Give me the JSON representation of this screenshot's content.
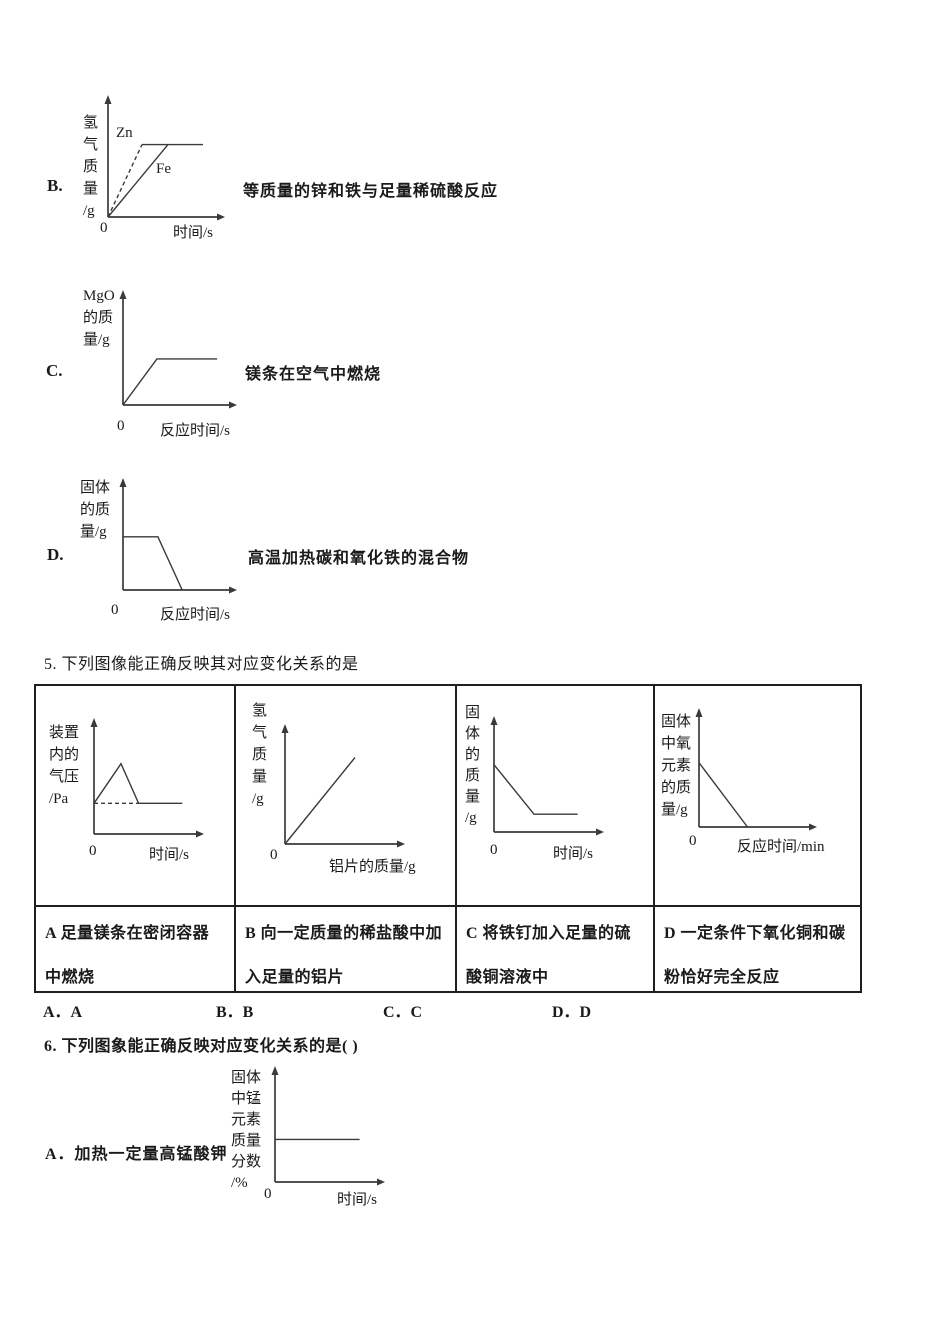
{
  "page": {
    "colors": {
      "background": "#ffffff",
      "ink": "#1a1a1a",
      "plot_line": "#3a3a3a",
      "table_border": "#1f1f1f"
    }
  },
  "question4_options": [
    {
      "letter": "B.",
      "caption": "等质量的锌和铁与足量稀硫酸反应"
    },
    {
      "letter": "C.",
      "caption": "镁条在空气中燃烧"
    },
    {
      "letter": "D.",
      "caption": "高温加热碳和氧化铁的混合物"
    }
  ],
  "question5": {
    "number_text": "5. 下列图像能正确反映其对应变化关系的是",
    "table_captions": [
      "A 足量镁条在密闭容器中燃烧",
      "B 向一定质量的稀盐酸中加入足量的铝片",
      "C 将铁钉加入足量的硫酸铜溶液中",
      "D 一定条件下氧化铜和碳粉恰好完全反应"
    ],
    "answers": [
      "A．A",
      "B．B",
      "C．C",
      "D．D"
    ]
  },
  "question6": {
    "number_text": "6. 下列图象能正确反映对应变化关系的是( )",
    "optionA_label": "A．加热一定量高锰酸钾"
  },
  "chart_data": [
    {
      "id": "q4-option-B",
      "type": "line",
      "ylabel_lines": [
        "氢",
        "气",
        "质",
        "量",
        "/g"
      ],
      "xlabel": "时间/s",
      "origin": "0",
      "series": [
        {
          "name": "Zn",
          "dash": true,
          "pts": [
            [
              0,
              0
            ],
            [
              0.34,
              0.69
            ]
          ]
        },
        {
          "name": "Fe",
          "dash": false,
          "pts": [
            [
              0,
              0
            ],
            [
              0.6,
              0.69
            ]
          ]
        },
        {
          "name": "plateau",
          "dash": false,
          "pts": [
            [
              0.34,
              0.69
            ],
            [
              0.95,
              0.69
            ]
          ]
        }
      ],
      "curve_labels": [
        {
          "text": "Zn",
          "x": 15,
          "y": 30
        },
        {
          "text": "Fe",
          "x": 55,
          "y": 66
        }
      ]
    },
    {
      "id": "q4-option-C",
      "type": "line",
      "ylabel_lines": [
        "MgO",
        "的质",
        "量/g"
      ],
      "xlabel": "反应时间/s",
      "origin": "0",
      "series": [
        {
          "name": "MgO质量",
          "dash": false,
          "pts": [
            [
              0,
              0
            ],
            [
              0.35,
              0.47
            ],
            [
              0.97,
              0.47
            ]
          ]
        }
      ]
    },
    {
      "id": "q4-option-D",
      "type": "line",
      "ylabel_lines": [
        "固体",
        "的质",
        "量/g"
      ],
      "xlabel": "反应时间/s",
      "origin": "0",
      "series": [
        {
          "name": "固体质量",
          "dash": false,
          "pts": [
            [
              0,
              0.56
            ],
            [
              0.36,
              0.56
            ],
            [
              0.61,
              0
            ]
          ]
        }
      ]
    },
    {
      "id": "q5-cell-A",
      "type": "line",
      "ylabel_lines": [
        "装置",
        "内的",
        "气压",
        "/Pa"
      ],
      "xlabel": "时间/s",
      "origin": "0",
      "series": [
        {
          "name": "气压",
          "dash": false,
          "pts": [
            [
              0,
              0.31
            ],
            [
              0.29,
              0.71
            ],
            [
              0.48,
              0.31
            ],
            [
              0.95,
              0.31
            ]
          ]
        },
        {
          "name": "基线",
          "dash": true,
          "pts": [
            [
              0,
              0.31
            ],
            [
              0.48,
              0.31
            ]
          ]
        }
      ]
    },
    {
      "id": "q5-cell-B",
      "type": "line",
      "ylabel_lines": [
        "氢",
        "气",
        "质",
        "量",
        "/g"
      ],
      "xlabel": "铝片的质量/g",
      "origin": "0",
      "series": [
        {
          "name": "氢气质量",
          "dash": false,
          "pts": [
            [
              0,
              0
            ],
            [
              0.68,
              0.84
            ]
          ]
        }
      ]
    },
    {
      "id": "q5-cell-C",
      "type": "line",
      "ylabel_lines": [
        "固",
        "体",
        "的",
        "质",
        "量",
        "/g"
      ],
      "xlabel": "时间/s",
      "origin": "0",
      "series": [
        {
          "name": "固体质量",
          "dash": false,
          "pts": [
            [
              0,
              0.68
            ],
            [
              0.43,
              0.18
            ],
            [
              0.9,
              0.18
            ]
          ]
        }
      ]
    },
    {
      "id": "q5-cell-D",
      "type": "line",
      "ylabel_lines": [
        "固体",
        "中氧",
        "元素",
        "的质",
        "量/g"
      ],
      "xlabel": "反应时间/min",
      "origin": "0",
      "series": [
        {
          "name": "氧元素质量",
          "dash": false,
          "pts": [
            [
              0,
              0.63
            ],
            [
              0.48,
              0
            ]
          ]
        }
      ]
    },
    {
      "id": "q6-option-A",
      "type": "line",
      "ylabel_lines": [
        "固体",
        "中锰",
        "元素",
        "质量",
        "分数",
        "/%"
      ],
      "xlabel": "时间/s",
      "origin": "0",
      "series": [
        {
          "name": "锰元素质量分数",
          "dash": false,
          "pts": [
            [
              0,
              0.43
            ],
            [
              0.91,
              0.43
            ]
          ]
        }
      ]
    }
  ]
}
